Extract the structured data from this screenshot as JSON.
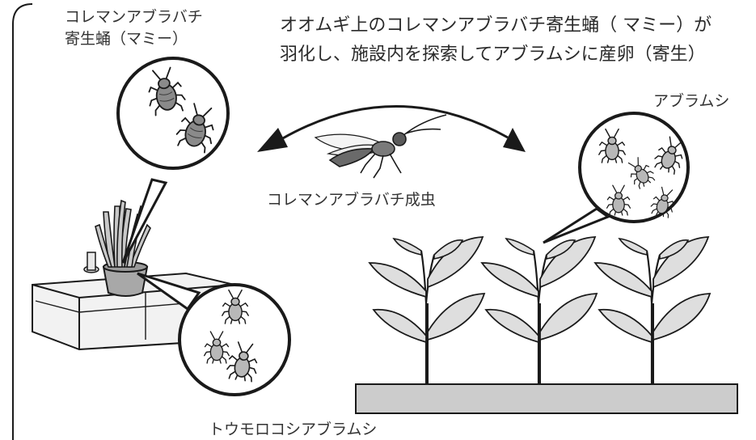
{
  "labels": {
    "mummy_line1": "コレマンアブラバチ",
    "mummy_line2": "寄生蛹（マミー）",
    "desc_line1": "オオムギ上のコレマンアブラバチ寄生蛹（ マミー）が",
    "desc_line2": "羽化し、施設内を探索してアブラムシに産卵（寄生）",
    "aphid": "アブラムシ",
    "adult_wasp": "コレマンアブラバチ成虫",
    "corn_aphid": "トウモロコシアブラムシ"
  },
  "icons": {
    "wasp": "parasitoid-wasp-icon",
    "aphid": "aphid-icon",
    "mummy": "mummy-aphid-icon",
    "planter": "banker-plant-box-icon",
    "crop": "crop-plant-icon"
  },
  "colors": {
    "line": "#1a1a1a",
    "bed": "#cccccc",
    "leaf": "#dedede",
    "box": "#f2f2f2",
    "aphid_body": "#b8b8b8"
  }
}
